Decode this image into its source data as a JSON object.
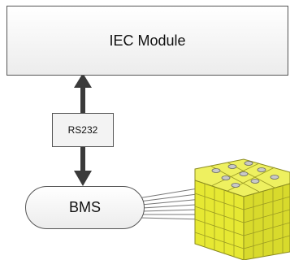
{
  "diagram": {
    "iec_module_label": "IEC Module",
    "rs232_label": "RS232",
    "bms_label": "BMS"
  },
  "colors": {
    "arrow": "#3a3a3a",
    "battery_fill": "#e6e833",
    "battery_edge": "#8a8a1e",
    "box_border": "#555555"
  },
  "battery": {
    "terminal_count": 9
  }
}
